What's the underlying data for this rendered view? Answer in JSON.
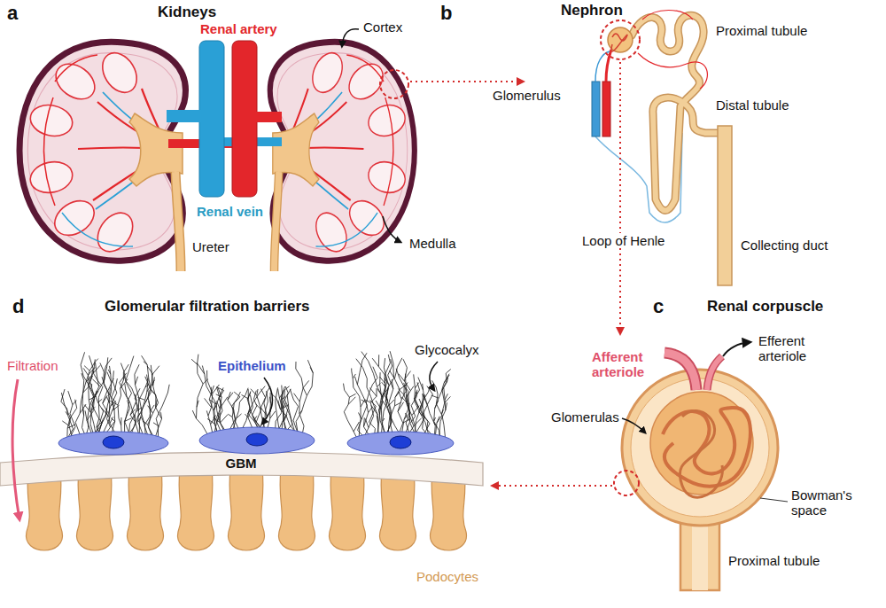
{
  "diagram": {
    "nodes": [
      {
        "text": [
          "GBM"
        ]
      }
    ],
    "labels": [
      "a",
      "Kidneys",
      "Renal artery",
      "Cortex",
      "Renal vein",
      "Ureter",
      "Medulla",
      "b",
      "Nephron",
      "Glomerulus",
      "Proximal tubule",
      "Distal tubule",
      "Loop of Henle",
      "Collecting duct",
      "c",
      "Renal corpuscle",
      "Afferent arteriole",
      "Efferent arteriole",
      "Glomerulas",
      "Bowman's space",
      "Proximal tubule",
      "d",
      "Glomerular filtration barriers",
      "Filtration",
      "Epithelium",
      "Glycocalyx",
      "Podocytes"
    ]
  }
}
